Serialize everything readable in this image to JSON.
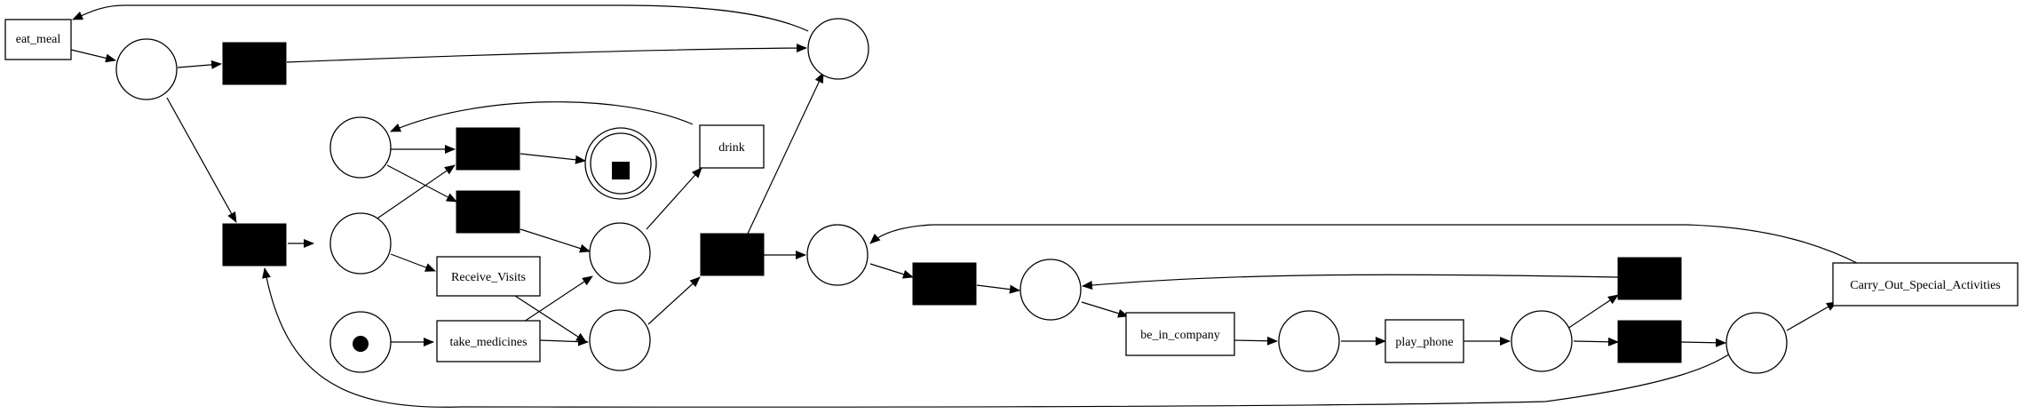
{
  "petri_net": {
    "transitions": {
      "eat_meal": "eat_meal",
      "drink": "drink",
      "receive_visits": "Receive_Visits",
      "take_medicines": "take_medicines",
      "be_in_company": "be_in_company",
      "play_phone": "play_phone",
      "carry_out_special_activities": "Carry_Out_Special_Activities"
    },
    "initial_marking_tokens": 1,
    "final_place_count": 1,
    "colors": {
      "stroke": "#000000",
      "fill": "#ffffff",
      "silent_fill": "#000000"
    }
  }
}
